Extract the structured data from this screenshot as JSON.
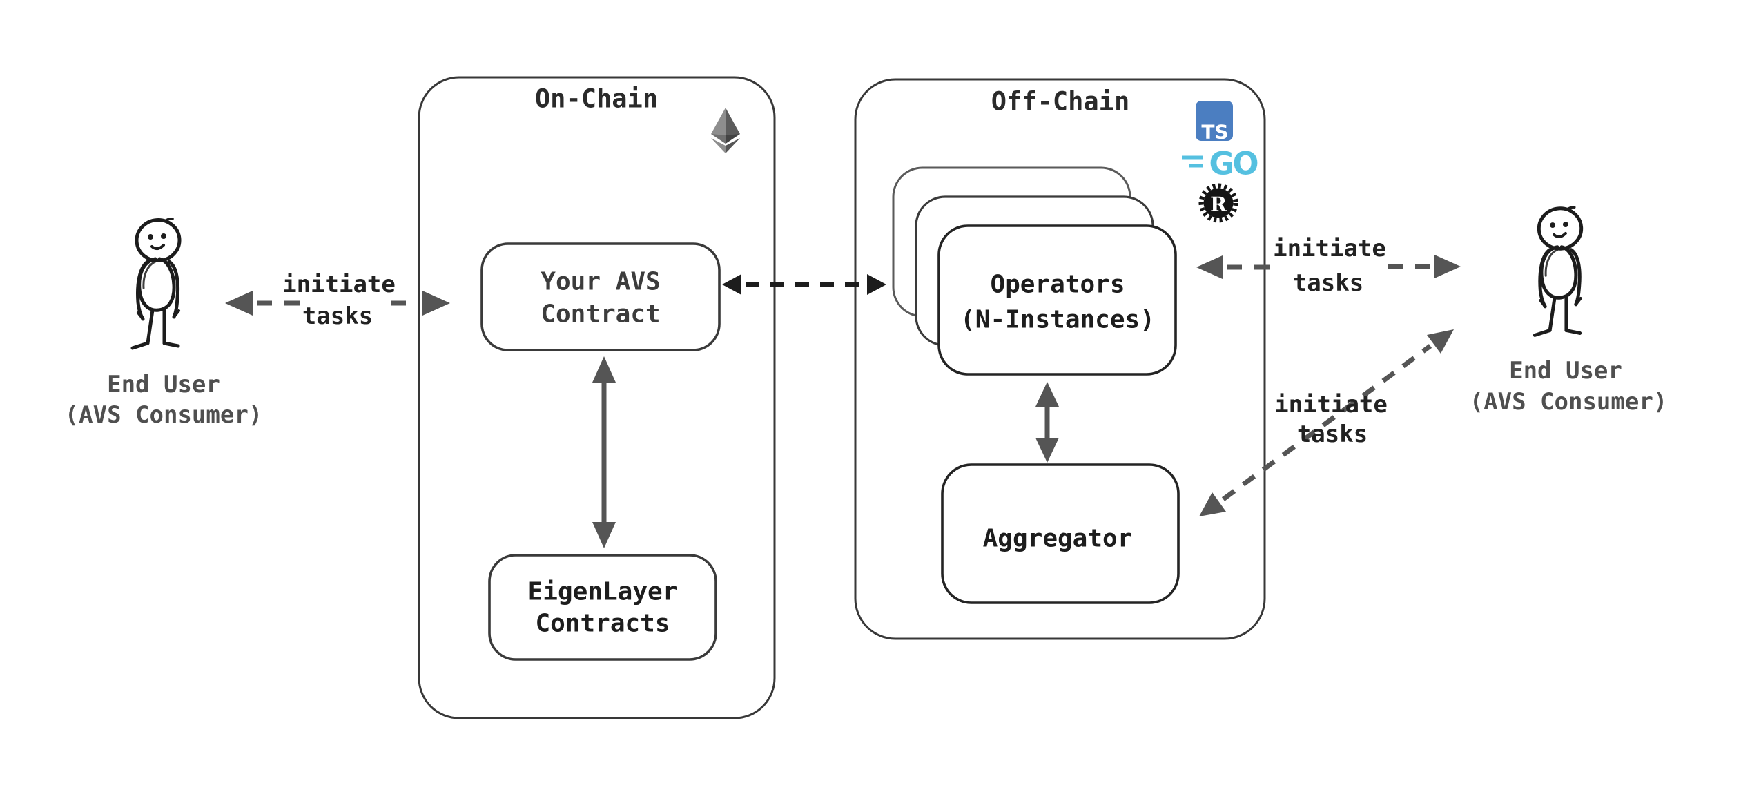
{
  "diagram_title": "AVS architecture diagram",
  "containers": {
    "onchain": {
      "title": "On-Chain"
    },
    "offchain": {
      "title": "Off-Chain"
    }
  },
  "nodes": {
    "avs_contract": {
      "line1": "Your AVS",
      "line2": "Contract"
    },
    "eigenlayer": {
      "line1": "EigenLayer",
      "line2": "Contracts"
    },
    "operators": {
      "line1": "Operators",
      "line2": "(N-Instances)"
    },
    "aggregator": {
      "label": "Aggregator"
    }
  },
  "actors": {
    "left_user": {
      "line1": "End User",
      "line2": "(AVS Consumer)"
    },
    "right_user": {
      "line1": "End User",
      "line2": "(AVS Consumer)"
    }
  },
  "edge_labels": {
    "left": {
      "line1": "initiate",
      "line2": "tasks"
    },
    "right_top": {
      "line1": "initiate",
      "line2": "tasks"
    },
    "right_diagonal": {
      "line1": "initiate",
      "line2": "tasks"
    }
  },
  "icons": {
    "ethereum": "ethereum-logo",
    "typescript_label": "TS",
    "go_label": "GO",
    "rust_label": "R"
  },
  "colors": {
    "background": "#ffffff",
    "container_stroke": "#383838",
    "node_stroke": "#242424",
    "node_stroke_back": "#5a5a5a",
    "arrow_gray": "#555555",
    "arrow_dark": "#1d1d1d",
    "text_dark": "#1d1d1d",
    "text_gray": "#4f4f4f",
    "ts_blue": "#4b7ec1",
    "go_cyan": "#55c0e0",
    "rust_black": "#151515",
    "eth_gray_light": "#8e8e8e",
    "eth_gray_dark": "#5c5c5c"
  }
}
